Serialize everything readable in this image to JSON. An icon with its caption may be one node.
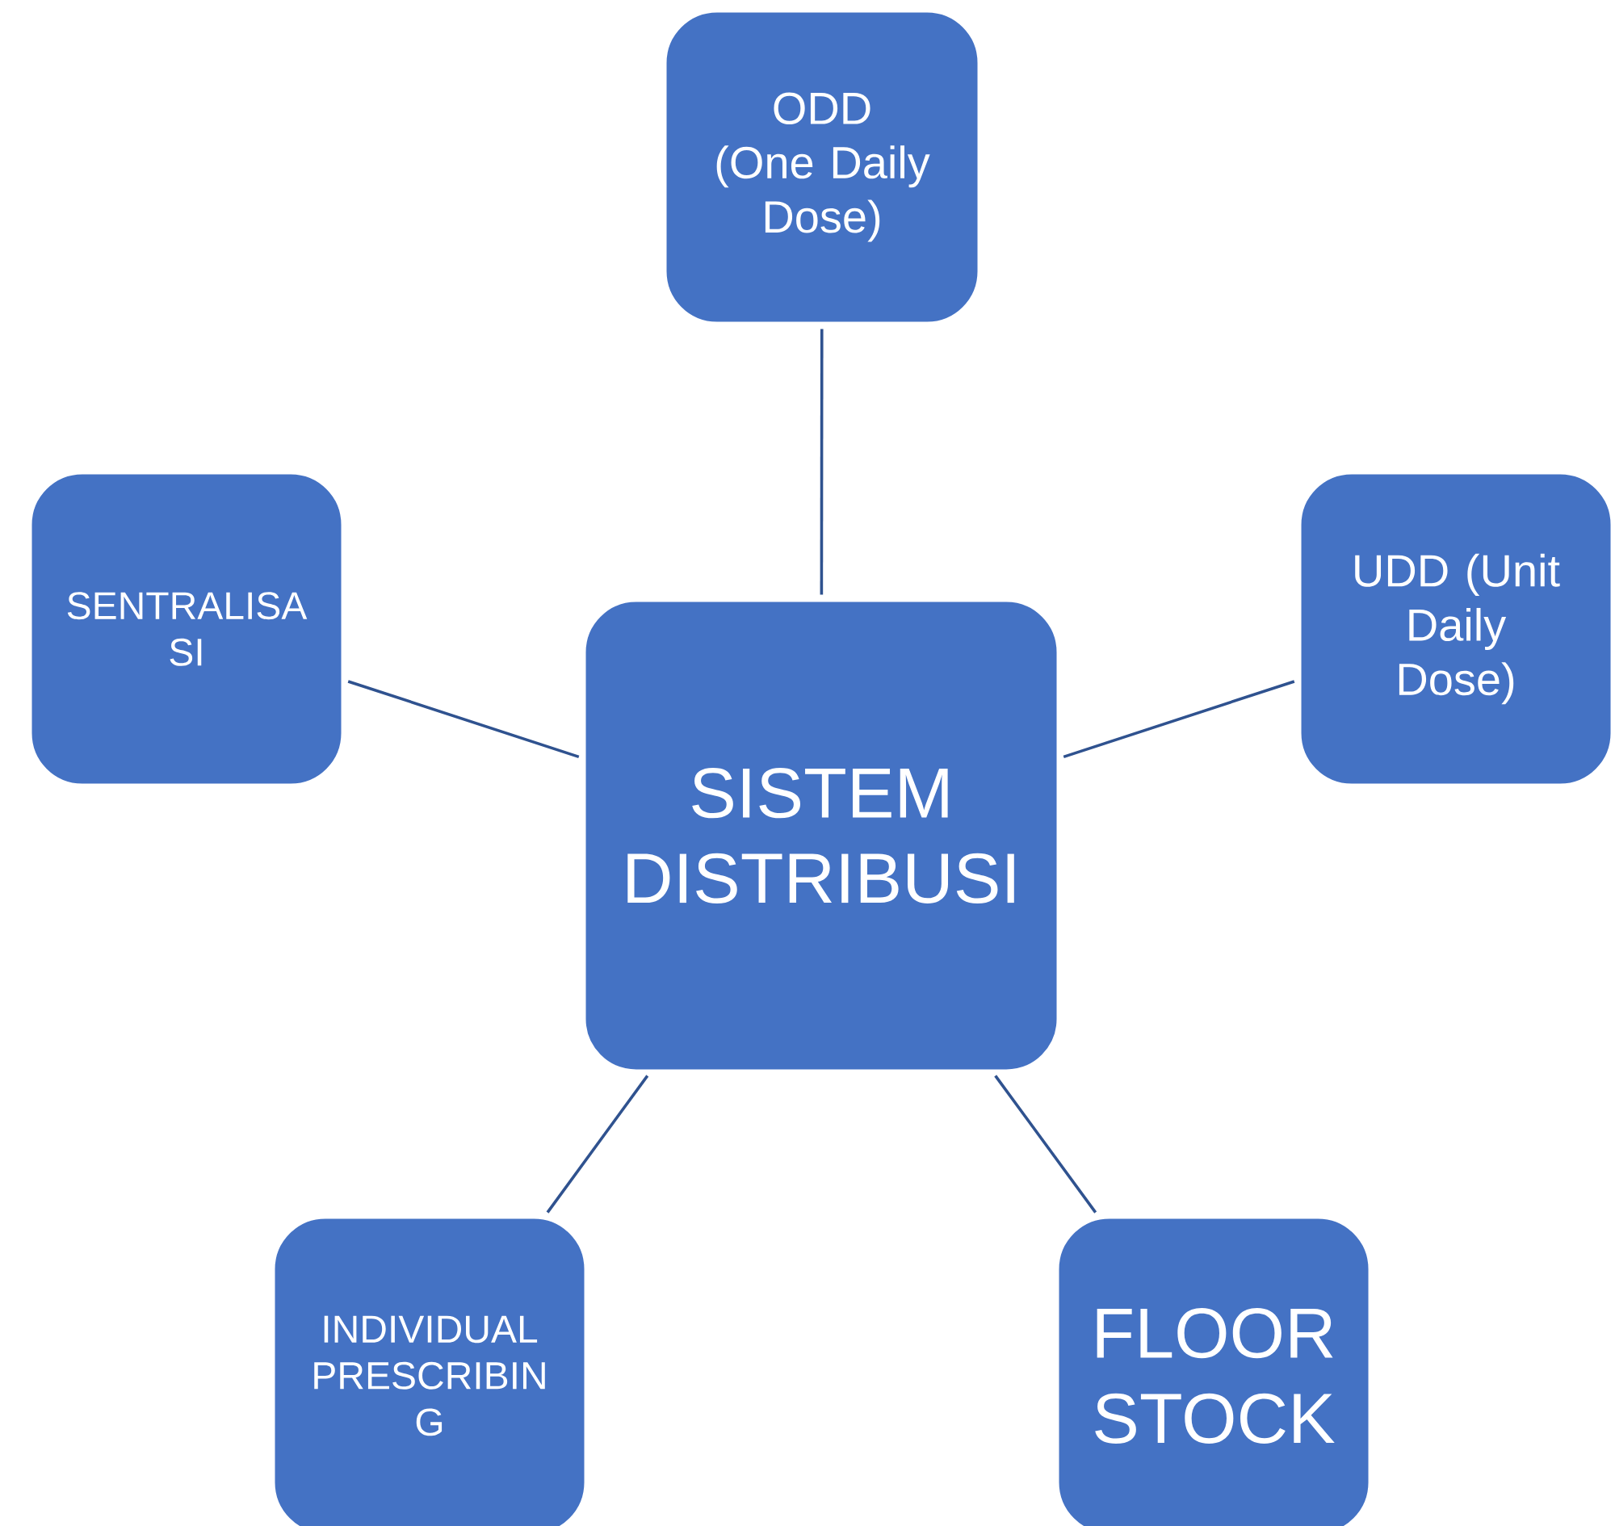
{
  "diagram": {
    "nodes": [
      {
        "text": [
          "SISTEM DISTRIBUSI"
        ]
      },
      {
        "text": [
          "ODD (One Daily Dose)"
        ]
      },
      {
        "text": [
          "UDD (Unit Daily Dose)"
        ]
      },
      {
        "text": [
          "FLOOR STOCK"
        ]
      },
      {
        "text": [
          "INDIVIDUAL PRESCRIBIN G"
        ]
      },
      {
        "text": [
          "SENTRALISA SI"
        ]
      }
    ],
    "edges": [
      {
        "from": 0,
        "to": 1,
        "arrow": "none"
      },
      {
        "from": 0,
        "to": 2,
        "arrow": "none"
      },
      {
        "from": 0,
        "to": 3,
        "arrow": "none"
      },
      {
        "from": 0,
        "to": 4,
        "arrow": "none"
      },
      {
        "from": 0,
        "to": 5,
        "arrow": "none"
      }
    ]
  }
}
